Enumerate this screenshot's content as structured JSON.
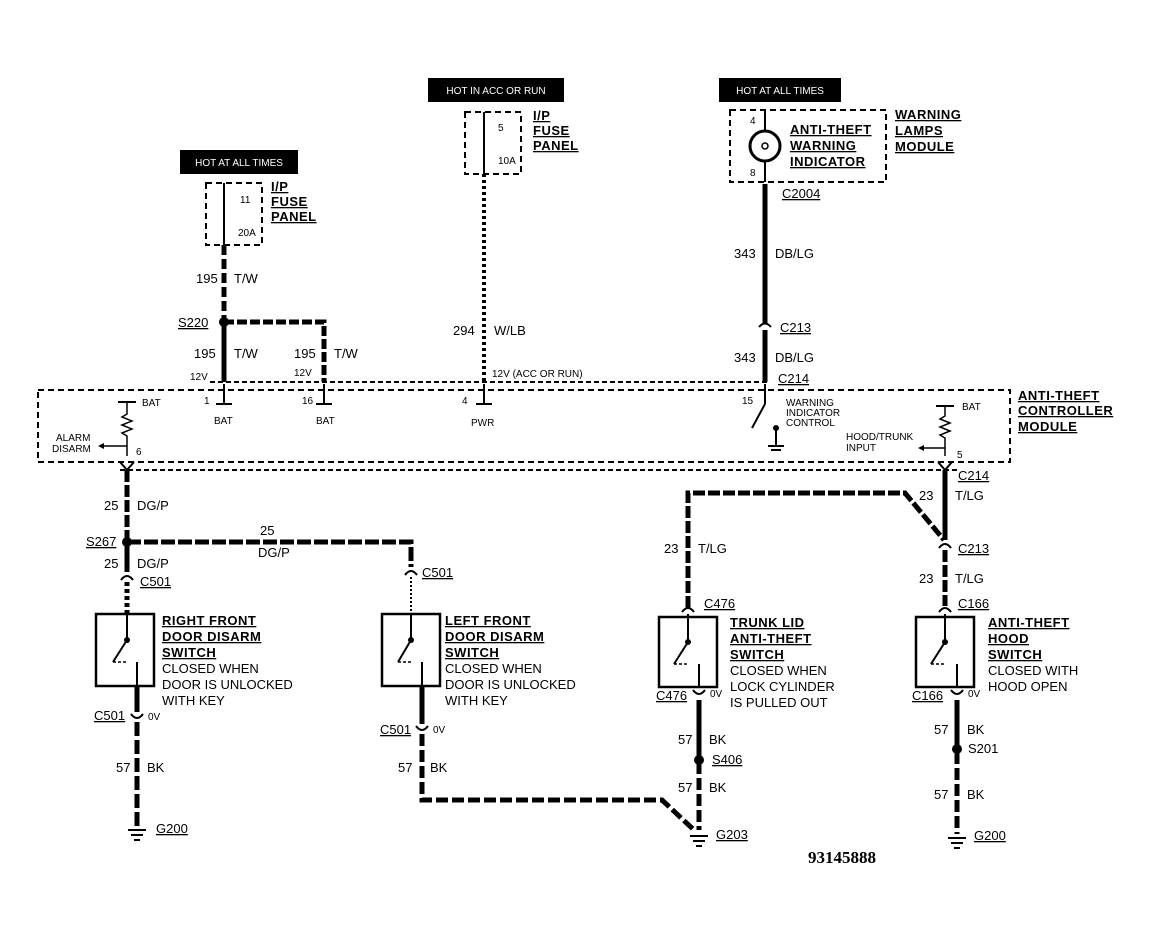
{
  "hot_labels": {
    "left": "HOT AT ALL TIMES",
    "center": "HOT IN ACC OR RUN",
    "right": "HOT AT ALL TIMES"
  },
  "fuse_left": {
    "line1": "I/P",
    "line2": "FUSE",
    "line3": "PANEL",
    "pin": "11",
    "rating": "20A"
  },
  "fuse_center": {
    "line1": "I/P",
    "line2": "FUSE",
    "line3": "PANEL",
    "pin": "5",
    "rating": "10A"
  },
  "warning_module": {
    "title1": "WARNING",
    "title2": "LAMPS",
    "title3": "MODULE",
    "ind1": "ANTI-THEFT",
    "ind2": "WARNING",
    "ind3": "INDICATOR",
    "pin_top": "4",
    "pin_bottom": "8"
  },
  "controller": {
    "line1": "ANTI-THEFT",
    "line2": "CONTROLLER",
    "line3": "MODULE"
  },
  "wires": {
    "w195": "195",
    "tw": "T/W",
    "s220": "S220",
    "w294": "294",
    "wlb": "W/LB",
    "acc": "12V (ACC OR RUN)",
    "w343": "343",
    "dblg": "DB/LG",
    "c2004": "C2004",
    "c213": "C213",
    "c214": "C214",
    "v12": "12V",
    "w25": "25",
    "dgp": "DG/P",
    "s267": "S267",
    "c501": "C501",
    "w23": "23",
    "tlg": "T/LG",
    "c476": "C476",
    "c166": "C166",
    "w57": "57",
    "bk": "BK",
    "v0": "0V",
    "s406": "S406",
    "s201": "S201",
    "g200": "G200",
    "g203": "G203"
  },
  "module_pins": {
    "bat": "BAT",
    "pwr": "PWR",
    "p1": "1",
    "p16": "16",
    "p4": "4",
    "p15": "15",
    "p6": "6",
    "p5": "5",
    "alarm1": "ALARM",
    "alarm2": "DISARM",
    "wic1": "WARNING",
    "wic2": "INDICATOR",
    "wic3": "CONTROL",
    "hood1": "HOOD/TRUNK",
    "hood2": "INPUT"
  },
  "switches": {
    "rf": {
      "t1": "RIGHT FRONT",
      "t2": "DOOR DISARM",
      "t3": "SWITCH",
      "d1": "CLOSED WHEN",
      "d2": "DOOR IS UNLOCKED",
      "d3": "WITH KEY"
    },
    "lf": {
      "t1": "LEFT FRONT",
      "t2": "DOOR DISARM",
      "t3": "SWITCH",
      "d1": "CLOSED WHEN",
      "d2": "DOOR IS UNLOCKED",
      "d3": "WITH KEY"
    },
    "trunk": {
      "t1": "TRUNK LID",
      "t2": "ANTI-THEFT",
      "t3": "SWITCH",
      "d1": "CLOSED WHEN",
      "d2": "LOCK CYLINDER",
      "d3": "IS PULLED OUT"
    },
    "hood": {
      "t1": "ANTI-THEFT",
      "t2": "HOOD",
      "t3": "SWITCH",
      "d1": "CLOSED WITH",
      "d2": "HOOD OPEN"
    }
  },
  "figure_id": "93145888"
}
